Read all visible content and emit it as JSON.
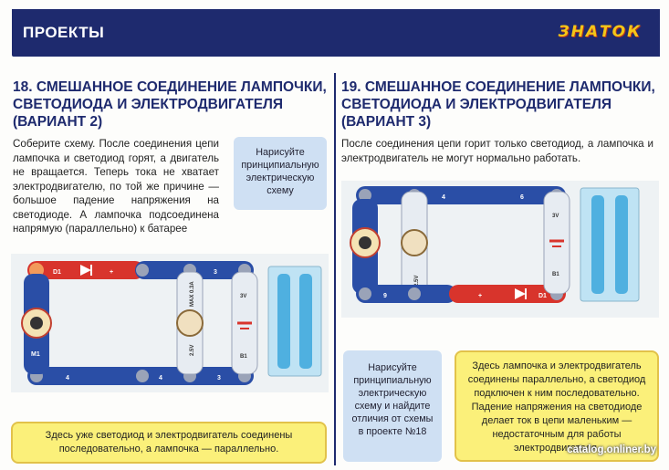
{
  "header": {
    "section": "ПРОЕКТЫ",
    "logo": "ЗНАТОК"
  },
  "left": {
    "title": "18. СМЕШАННОЕ СОЕДИНЕНИЕ ЛАМПОЧКИ, СВЕТОДИОДА И ЭЛЕКТРОДВИГАТЕЛЯ (ВАРИАНТ 2)",
    "text": "Соберите схему. После соединения цепи лампочка и светодиод горят, а двигатель не вращается. Теперь тока не хватает электродвигателю, по той же причине — большое падение напряжения на светодиоде. А лампочка подсоединена напрямую (параллельно) к батарее",
    "note": "Нарисуйте принципиальную электрическую схему",
    "bottom": "Здесь уже светодиод и электродвигатель соединены последовательно, а лампочка — параллельно."
  },
  "right": {
    "title": "19. СМЕШАННОЕ СОЕДИНЕНИЕ ЛАМПОЧКИ, СВЕТОДИОДА И ЭЛЕКТРОДВИГАТЕЛЯ (ВАРИАНТ 3)",
    "text": "После соединения цепи горит только светодиод, а лампочка и электродвигатель не могут нормально работать.",
    "note": "Нарисуйте принципиальную электрическую схему и найдите отличия от схемы в проекте №18",
    "bottom": "Здесь лампочка и электродвигатель соединены параллельно, а светодиод подключен к ним последовательно. Падение напряжения на светодиоде делает ток в цепи маленьким — недостаточным для работы электродвигателя."
  },
  "parts": {
    "led": "D1",
    "motor": "M1",
    "bulb_v": "2.5V",
    "max": "MAX 0.3A",
    "bat_v": "3V",
    "bat_id": "B1",
    "wire3": "3",
    "wire4": "4",
    "wire6": "6",
    "wire9": "9"
  },
  "colors": {
    "header": "#1e2a6e",
    "wire": "#2a4ea6",
    "led_wire": "#d8342c",
    "note": "#cfe0f3",
    "bottom": "#fbf07a"
  },
  "watermark": "catalog.onliner.by"
}
